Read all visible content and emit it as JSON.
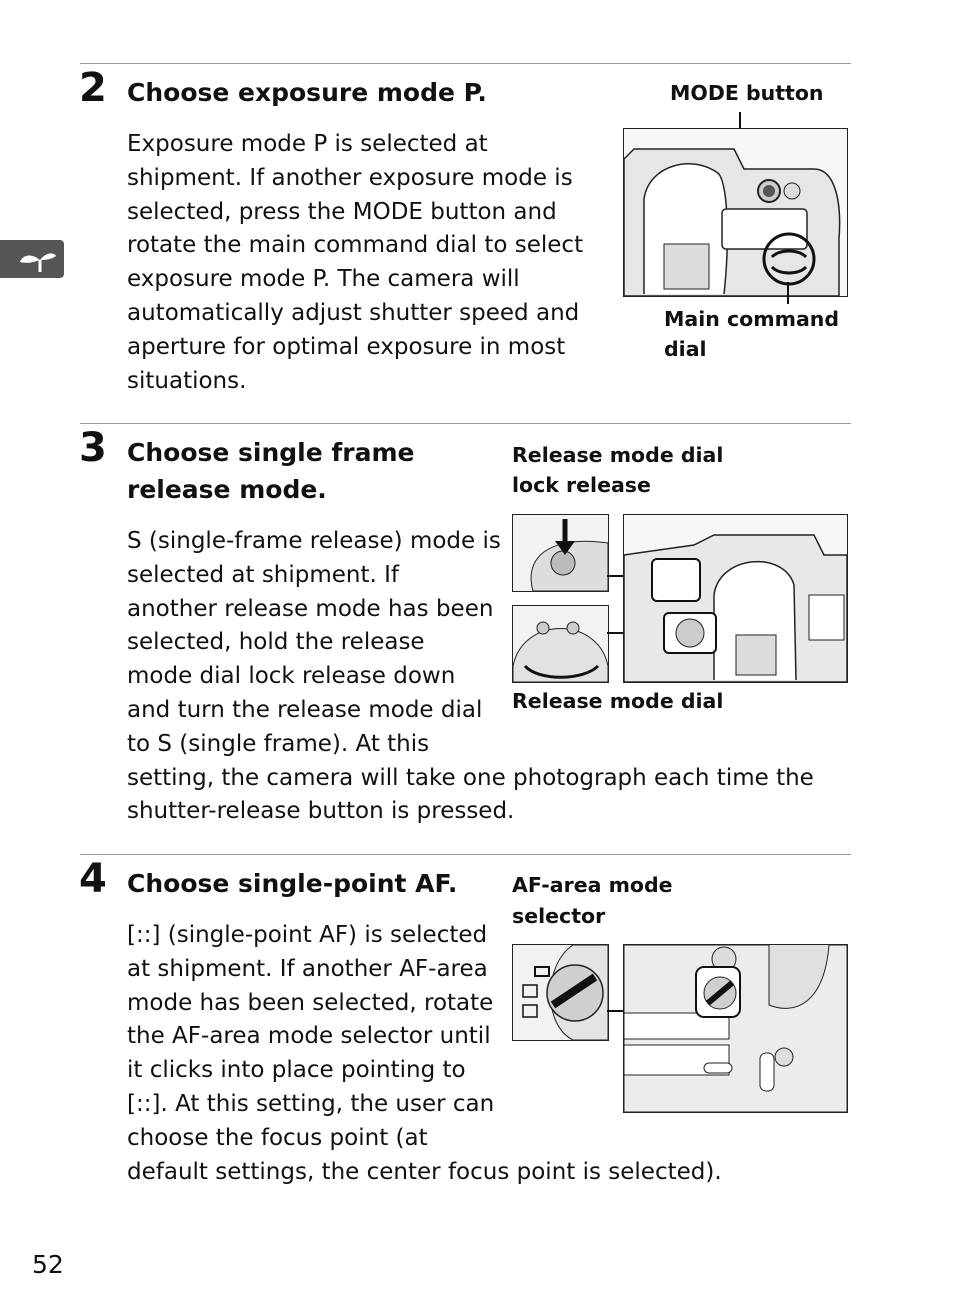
{
  "sidebar_tab": {
    "icon": "seedling-icon"
  },
  "steps": [
    {
      "number": "2",
      "title": "Choose exposure mode P.",
      "lines": [
        "Exposure mode P is selected at",
        "shipment.  If another exposure mode is",
        "selected, press the MODE button and",
        "rotate the main command dial to select",
        "exposure mode P.  The camera will",
        "automatically adjust shutter speed and",
        "aperture for optimal exposure in most",
        "situations."
      ],
      "captions": [
        "MODE button",
        "Main command",
        "dial"
      ]
    },
    {
      "number": "3",
      "title_lines": [
        "Choose single frame",
        "release mode."
      ],
      "lines": [
        "S (single-frame release) mode is",
        "selected at shipment.  If",
        "another release mode has been",
        "selected, hold the release",
        "mode dial lock release down",
        "and turn the release mode dial",
        "to S (single frame).  At this",
        "setting, the camera will take one photograph each time the",
        "shutter-release button is pressed."
      ],
      "captions": [
        "Release mode dial",
        "lock release",
        "Release mode dial"
      ]
    },
    {
      "number": "4",
      "title": "Choose single-point AF.",
      "lines": [
        "[::] (single-point AF) is selected",
        "at shipment.  If another AF-area",
        "mode has been selected, rotate",
        "the AF-area mode selector until",
        "it clicks into place pointing to",
        "[::].  At this setting, the user can",
        "choose the focus point (at",
        "default settings, the center focus point is selected)."
      ],
      "captions": [
        "AF-area mode",
        "selector"
      ]
    }
  ],
  "page_number": "52"
}
